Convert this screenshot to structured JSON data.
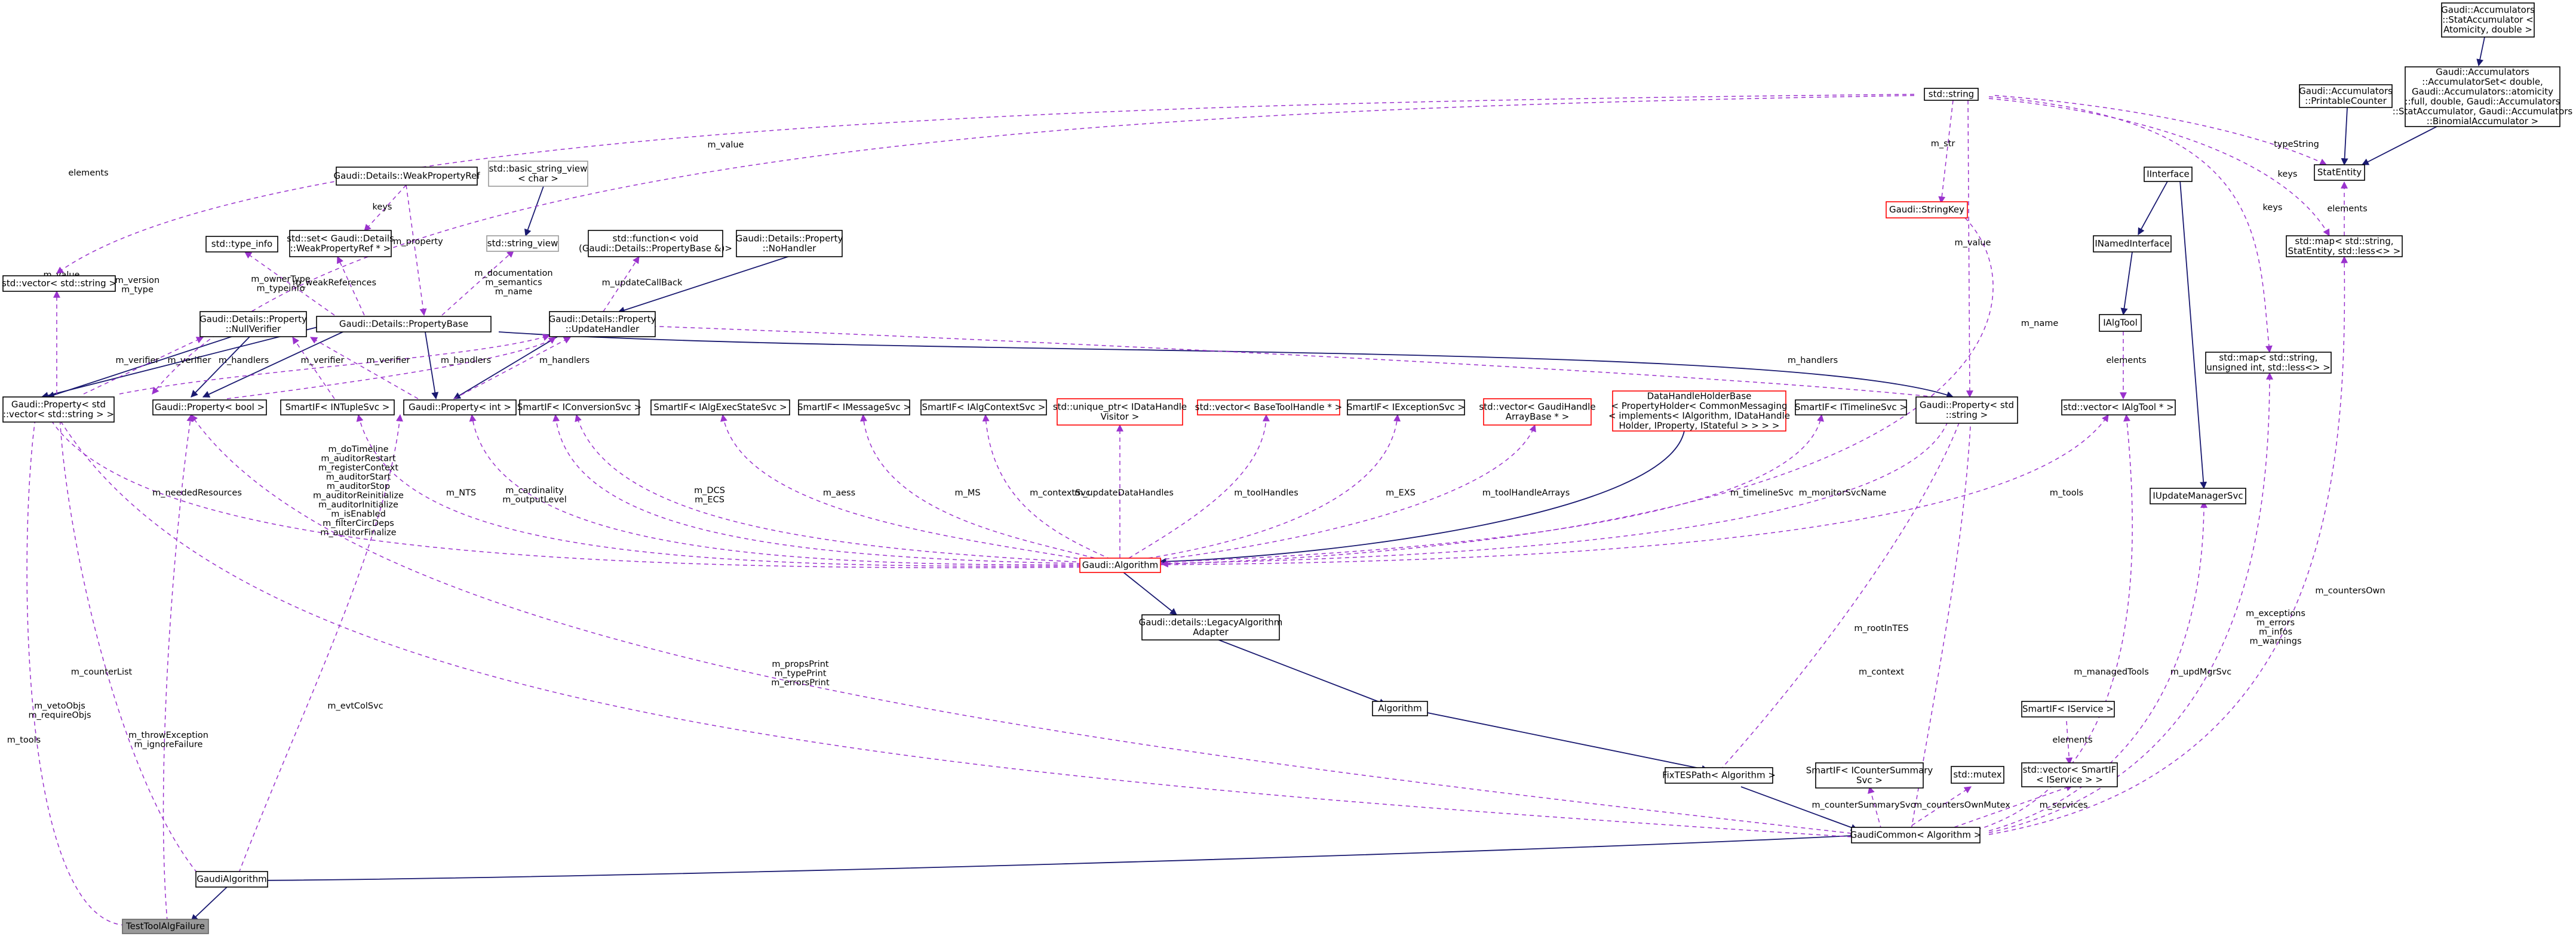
{
  "nodes": [
    {
      "id": "accum_stat",
      "lines": [
        "Gaudi::Accumulators",
        "::StatAccumulator <",
        "Atomicity, double >"
      ],
      "style": "red"
    },
    {
      "id": "accum_printable",
      "lines": [
        "Gaudi::Accumulators",
        "::PrintableCounter"
      ],
      "style": "black"
    },
    {
      "id": "accum_set",
      "lines": [
        "Gaudi::Accumulators",
        "::AccumulatorSet< double,",
        "Gaudi::Accumulators::atomicity",
        "::full, double, Gaudi::Accumulators",
        "::StatAccumulator, Gaudi::Accumulators",
        "::BinomialAccumulator >"
      ],
      "style": "black"
    },
    {
      "id": "std_string",
      "lines": [
        "std::string"
      ],
      "style": "black"
    },
    {
      "id": "statentity",
      "lines": [
        "StatEntity"
      ],
      "style": "black"
    },
    {
      "id": "iinterface",
      "lines": [
        "IInterface"
      ],
      "style": "black"
    },
    {
      "id": "weakpropref",
      "lines": [
        "Gaudi::Details::WeakPropertyRef"
      ],
      "style": "black"
    },
    {
      "id": "basic_string_view",
      "lines": [
        "std::basic_string_view",
        "< char >"
      ],
      "style": "grey"
    },
    {
      "id": "stringkey",
      "lines": [
        "Gaudi::StringKey"
      ],
      "style": "red"
    },
    {
      "id": "type_info",
      "lines": [
        "std::type_info"
      ],
      "style": "black"
    },
    {
      "id": "set_weakref",
      "lines": [
        "std::set< Gaudi::Details",
        "::WeakPropertyRef * >"
      ],
      "style": "black"
    },
    {
      "id": "string_view",
      "lines": [
        "std::string_view"
      ],
      "style": "grey"
    },
    {
      "id": "std_function",
      "lines": [
        "std::function< void",
        "(Gaudi::Details::PropertyBase &)>"
      ],
      "style": "black"
    },
    {
      "id": "nohandler",
      "lines": [
        "Gaudi::Details::Property",
        "::NoHandler"
      ],
      "style": "black"
    },
    {
      "id": "inamedinterface",
      "lines": [
        "INamedInterface"
      ],
      "style": "black"
    },
    {
      "id": "map_statentity",
      "lines": [
        "std::map< std::string,",
        "StatEntity, std::less<> >"
      ],
      "style": "black"
    },
    {
      "id": "vector_string",
      "lines": [
        "std::vector< std::string >"
      ],
      "style": "black"
    },
    {
      "id": "nullverifier",
      "lines": [
        "Gaudi::Details::Property",
        "::NullVerifier"
      ],
      "style": "black"
    },
    {
      "id": "propertybase",
      "lines": [
        "Gaudi::Details::PropertyBase"
      ],
      "style": "black"
    },
    {
      "id": "updatehandler",
      "lines": [
        "Gaudi::Details::Property",
        "::UpdateHandler"
      ],
      "style": "black"
    },
    {
      "id": "ialgtool",
      "lines": [
        "IAlgTool"
      ],
      "style": "black"
    },
    {
      "id": "map_uint",
      "lines": [
        "std::map< std::string,",
        "unsigned int, std::less<> >"
      ],
      "style": "black"
    },
    {
      "id": "prop_vecstring",
      "lines": [
        "Gaudi::Property< std",
        "::vector< std::string > >"
      ],
      "style": "black"
    },
    {
      "id": "prop_bool",
      "lines": [
        "Gaudi::Property< bool >"
      ],
      "style": "black"
    },
    {
      "id": "sf_intuple",
      "lines": [
        "SmartIF< INTupleSvc >"
      ],
      "style": "black"
    },
    {
      "id": "prop_int",
      "lines": [
        "Gaudi::Property< int >"
      ],
      "style": "black"
    },
    {
      "id": "sf_iconversion",
      "lines": [
        "SmartIF< IConversionSvc >"
      ],
      "style": "black"
    },
    {
      "id": "sf_ialgexec",
      "lines": [
        "SmartIF< IAlgExecStateSvc >"
      ],
      "style": "black"
    },
    {
      "id": "sf_imessage",
      "lines": [
        "SmartIF< IMessageSvc >"
      ],
      "style": "black"
    },
    {
      "id": "sf_ialgcontext",
      "lines": [
        "SmartIF< IAlgContextSvc >"
      ],
      "style": "black"
    },
    {
      "id": "unique_ptr",
      "lines": [
        "std::unique_ptr< IDataHandle",
        "Visitor >"
      ],
      "style": "red"
    },
    {
      "id": "vec_basetool",
      "lines": [
        "std::vector< BaseToolHandle * >"
      ],
      "style": "red"
    },
    {
      "id": "sf_iexception",
      "lines": [
        "SmartIF< IExceptionSvc >"
      ],
      "style": "black"
    },
    {
      "id": "vec_gaudihandle",
      "lines": [
        "std::vector< GaudiHandle",
        "ArrayBase * >"
      ],
      "style": "red"
    },
    {
      "id": "datahandleholder",
      "lines": [
        "DataHandleHolderBase",
        "< PropertyHolder< CommonMessaging",
        "< implements< IAlgorithm, IDataHandle",
        "Holder, IProperty, IStateful > > > >"
      ],
      "style": "red"
    },
    {
      "id": "sf_itimeline",
      "lines": [
        "SmartIF< ITimelineSvc >"
      ],
      "style": "black"
    },
    {
      "id": "prop_string",
      "lines": [
        "Gaudi::Property< std",
        "::string >"
      ],
      "style": "black"
    },
    {
      "id": "vec_ialgtool",
      "lines": [
        "std::vector< IAlgTool * >"
      ],
      "style": "black"
    },
    {
      "id": "iupdatemanager",
      "lines": [
        "IUpdateManagerSvc"
      ],
      "style": "black"
    },
    {
      "id": "gaudi_algorithm",
      "lines": [
        "Gaudi::Algorithm"
      ],
      "style": "red"
    },
    {
      "id": "legacyadapter",
      "lines": [
        "Gaudi::details::LegacyAlgorithm",
        "Adapter"
      ],
      "style": "black"
    },
    {
      "id": "algorithm",
      "lines": [
        "Algorithm"
      ],
      "style": "black"
    },
    {
      "id": "sf_iservice",
      "lines": [
        "SmartIF< IService >"
      ],
      "style": "black"
    },
    {
      "id": "fixtespath",
      "lines": [
        "FixTESPath< Algorithm >"
      ],
      "style": "black"
    },
    {
      "id": "sf_icountersummary",
      "lines": [
        "SmartIF< ICounterSummary",
        "Svc >"
      ],
      "style": "black"
    },
    {
      "id": "std_mutex",
      "lines": [
        "std::mutex"
      ],
      "style": "black"
    },
    {
      "id": "vec_sf_iservice",
      "lines": [
        "std::vector< SmartIF",
        "< IService > >"
      ],
      "style": "black"
    },
    {
      "id": "gaudialgorithm",
      "lines": [
        "GaudiAlgorithm"
      ],
      "style": "black"
    },
    {
      "id": "gaudicommon",
      "lines": [
        "GaudiCommon< Algorithm >"
      ],
      "style": "black"
    },
    {
      "id": "testtoolalgfailure",
      "lines": [
        "TestToolAlgFailure"
      ],
      "style": "selected"
    }
  ],
  "edge_labels": [
    {
      "id": "lbl_elements_vs",
      "lines": [
        "elements"
      ]
    },
    {
      "id": "lbl_mvalue_top",
      "lines": [
        "m_value"
      ]
    },
    {
      "id": "lbl_mversion",
      "lines": [
        "m_version",
        "m_type"
      ]
    },
    {
      "id": "lbl_keys_set",
      "lines": [
        "keys"
      ]
    },
    {
      "id": "lbl_mproperty",
      "lines": [
        "m_property"
      ]
    },
    {
      "id": "lbl_mowner",
      "lines": [
        "m_ownerType",
        "m_typeinfo"
      ]
    },
    {
      "id": "lbl_mdoc",
      "lines": [
        "m_documentation",
        "m_semantics",
        "m_name"
      ]
    },
    {
      "id": "lbl_mupdatecb",
      "lines": [
        "m_updateCallBack"
      ]
    },
    {
      "id": "lbl_mweakrefs",
      "lines": [
        "m_weakReferences"
      ]
    },
    {
      "id": "lbl_mvalue_vs",
      "lines": [
        "m_value"
      ]
    },
    {
      "id": "lbl_mverifier1",
      "lines": [
        "m_verifier"
      ]
    },
    {
      "id": "lbl_mverifier2",
      "lines": [
        "m_verifier"
      ]
    },
    {
      "id": "lbl_mhandlers1",
      "lines": [
        "m_handlers"
      ]
    },
    {
      "id": "lbl_mverifier3",
      "lines": [
        "m_verifier"
      ]
    },
    {
      "id": "lbl_mverifier4",
      "lines": [
        "m_verifier"
      ]
    },
    {
      "id": "lbl_mhandlers2",
      "lines": [
        "m_handlers"
      ]
    },
    {
      "id": "lbl_mhandlers3",
      "lines": [
        "m_handlers"
      ]
    },
    {
      "id": "lbl_mhandlers4",
      "lines": [
        "m_handlers"
      ]
    },
    {
      "id": "lbl_mstr",
      "lines": [
        "m_str"
      ]
    },
    {
      "id": "lbl_mvalue_str",
      "lines": [
        "m_value"
      ]
    },
    {
      "id": "lbl_typestring",
      "lines": [
        "typeString"
      ]
    },
    {
      "id": "lbl_keys_map",
      "lines": [
        "keys"
      ]
    },
    {
      "id": "lbl_keys_uint",
      "lines": [
        "keys"
      ]
    },
    {
      "id": "lbl_elements_map",
      "lines": [
        "elements"
      ]
    },
    {
      "id": "lbl_mname",
      "lines": [
        "m_name"
      ]
    },
    {
      "id": "lbl_elements_tool",
      "lines": [
        "elements"
      ]
    },
    {
      "id": "lbl_mneeded",
      "lines": [
        "m_neededResources"
      ]
    },
    {
      "id": "lbl_mflags",
      "lines": [
        "m_doTimeline",
        "m_auditorRestart",
        "m_registerContext",
        "m_auditorStart",
        "m_auditorStop",
        "m_auditorReinitialize",
        "m_auditorInitialize",
        "m_isEnabled",
        "m_filterCircDeps",
        "m_auditorFinalize"
      ]
    },
    {
      "id": "lbl_mnts",
      "lines": [
        "m_NTS"
      ]
    },
    {
      "id": "lbl_mcard",
      "lines": [
        "m_cardinality",
        "m_outputLevel"
      ]
    },
    {
      "id": "lbl_mdcs",
      "lines": [
        "m_DCS",
        "m_ECS"
      ]
    },
    {
      "id": "lbl_maess",
      "lines": [
        "m_aess"
      ]
    },
    {
      "id": "lbl_mms",
      "lines": [
        "m_MS"
      ]
    },
    {
      "id": "lbl_mcontextsvc",
      "lines": [
        "m_contextSvc"
      ]
    },
    {
      "id": "lbl_mupdatedh",
      "lines": [
        "m_updateDataHandles"
      ]
    },
    {
      "id": "lbl_mtoolhandles",
      "lines": [
        "m_toolHandles"
      ]
    },
    {
      "id": "lbl_mexs",
      "lines": [
        "m_EXS"
      ]
    },
    {
      "id": "lbl_mtoolarrays",
      "lines": [
        "m_toolHandleArrays"
      ]
    },
    {
      "id": "lbl_mtimeline",
      "lines": [
        "m_timelineSvc"
      ]
    },
    {
      "id": "lbl_mmonitor",
      "lines": [
        "m_monitorSvcName"
      ]
    },
    {
      "id": "lbl_mtools",
      "lines": [
        "m_tools"
      ]
    },
    {
      "id": "lbl_mcountersown",
      "lines": [
        "m_countersOwn"
      ]
    },
    {
      "id": "lbl_mexceptions",
      "lines": [
        "m_exceptions",
        "m_errors",
        "m_infos",
        "m_warnings"
      ]
    },
    {
      "id": "lbl_mroot",
      "lines": [
        "m_rootInTES"
      ]
    },
    {
      "id": "lbl_mprops",
      "lines": [
        "m_propsPrint",
        "m_typePrint",
        "m_errorsPrint"
      ]
    },
    {
      "id": "lbl_mcontext",
      "lines": [
        "m_context"
      ]
    },
    {
      "id": "lbl_mmanaged",
      "lines": [
        "m_managedTools"
      ]
    },
    {
      "id": "lbl_mupdmgr",
      "lines": [
        "m_updMgrSvc"
      ]
    },
    {
      "id": "lbl_elements_svc",
      "lines": [
        "elements"
      ]
    },
    {
      "id": "lbl_mcounterlist",
      "lines": [
        "m_counterList"
      ]
    },
    {
      "id": "lbl_mveto",
      "lines": [
        "m_vetoObjs",
        "m_requireObjs"
      ]
    },
    {
      "id": "lbl_mtools2",
      "lines": [
        "m_tools"
      ]
    },
    {
      "id": "lbl_mthrow",
      "lines": [
        "m_throwException",
        "m_ignoreFailure"
      ]
    },
    {
      "id": "lbl_mevtcol",
      "lines": [
        "m_evtColSvc"
      ]
    },
    {
      "id": "lbl_mcountersummary",
      "lines": [
        "m_counterSummarySvc"
      ]
    },
    {
      "id": "lbl_mcountersmutex",
      "lines": [
        "m_countersOwnMutex"
      ]
    },
    {
      "id": "lbl_mservices",
      "lines": [
        "m_services"
      ]
    }
  ]
}
